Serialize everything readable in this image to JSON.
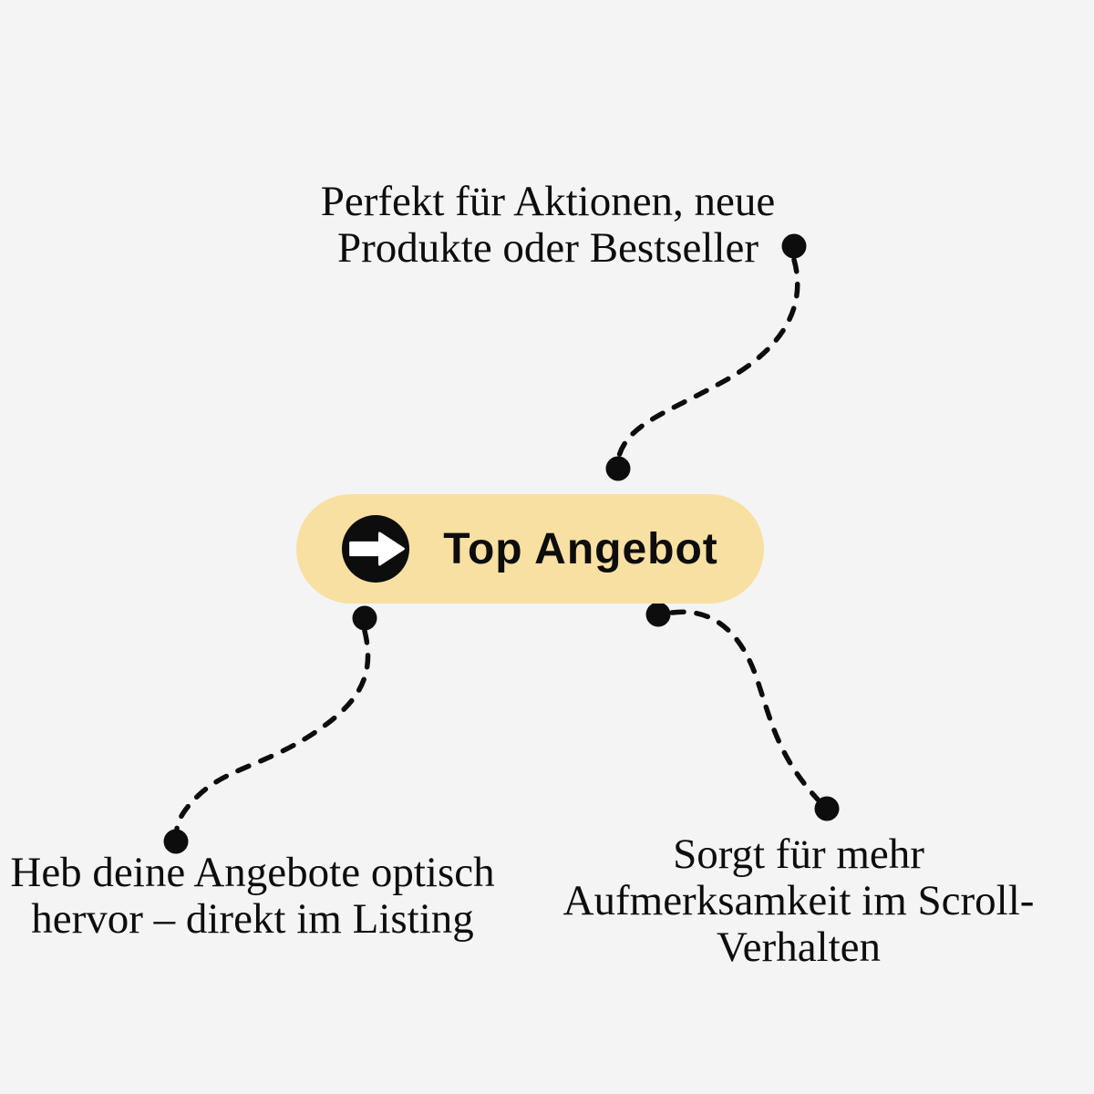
{
  "theme": {
    "bg": "#f4f4f4",
    "ink": "#0d0d0d",
    "badge_bg": "#f8e0a2",
    "badge_icon_fg": "#ffffff"
  },
  "badge": {
    "label": "Top Angebot",
    "icon": "arrow-right-circle-icon"
  },
  "annotations": {
    "top": {
      "lines": [
        "Perfekt für Aktionen, neue",
        "Produkte oder Bestseller"
      ]
    },
    "bottom_left": {
      "lines": [
        "Heb deine Angebote optisch",
        "hervor – direkt im Listing"
      ]
    },
    "bottom_right": {
      "lines": [
        "Sorgt für mehr",
        "Aufmerksamkeit im Scroll-",
        "Verhalten"
      ]
    }
  }
}
